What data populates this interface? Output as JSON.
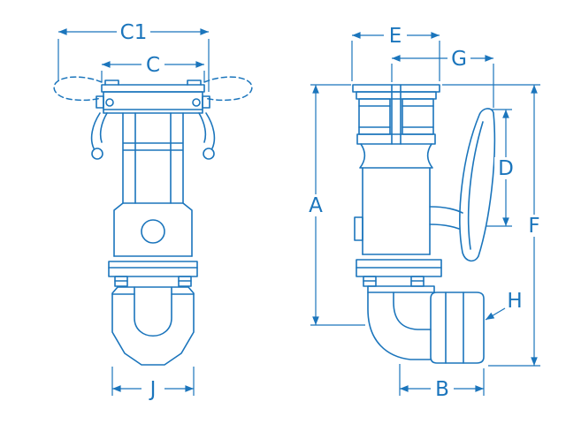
{
  "colors": {
    "line": "#1b75bc",
    "background": "#ffffff"
  },
  "views": {
    "front": {
      "labels": {
        "c1": "C1",
        "c": "C",
        "j": "J"
      }
    },
    "side": {
      "labels": {
        "e": "E",
        "g": "G",
        "a": "A",
        "d": "D",
        "f": "F",
        "b": "B",
        "h": "H"
      }
    }
  }
}
